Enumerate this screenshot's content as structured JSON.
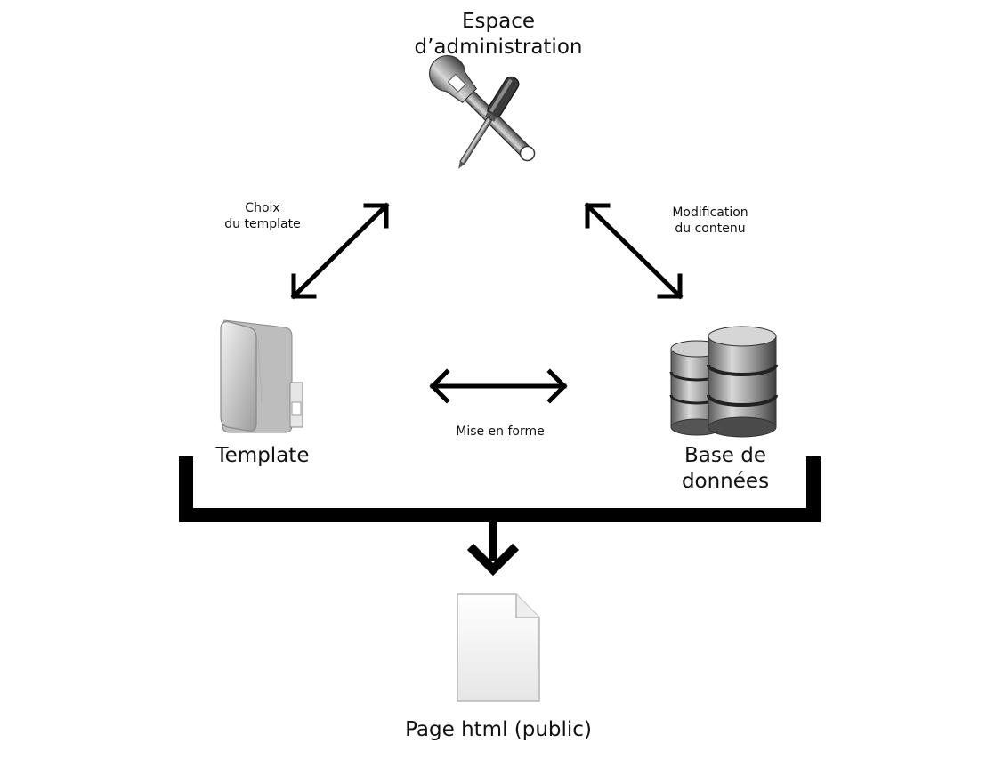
{
  "nodes": {
    "admin": {
      "line1": "Espace",
      "line2": "d’administration",
      "icon": "tools-icon"
    },
    "template": {
      "label": "Template",
      "icon": "folder-icon"
    },
    "database": {
      "line1": "Base de",
      "line2": "données",
      "icon": "database-icon"
    },
    "page": {
      "label": "Page html (public)",
      "icon": "document-icon"
    }
  },
  "edges": {
    "admin_template": {
      "line1": "Choix",
      "line2": "du template"
    },
    "admin_database": {
      "line1": "Modification",
      "line2": "du contenu"
    },
    "template_database": {
      "label": "Mise en forme"
    }
  }
}
